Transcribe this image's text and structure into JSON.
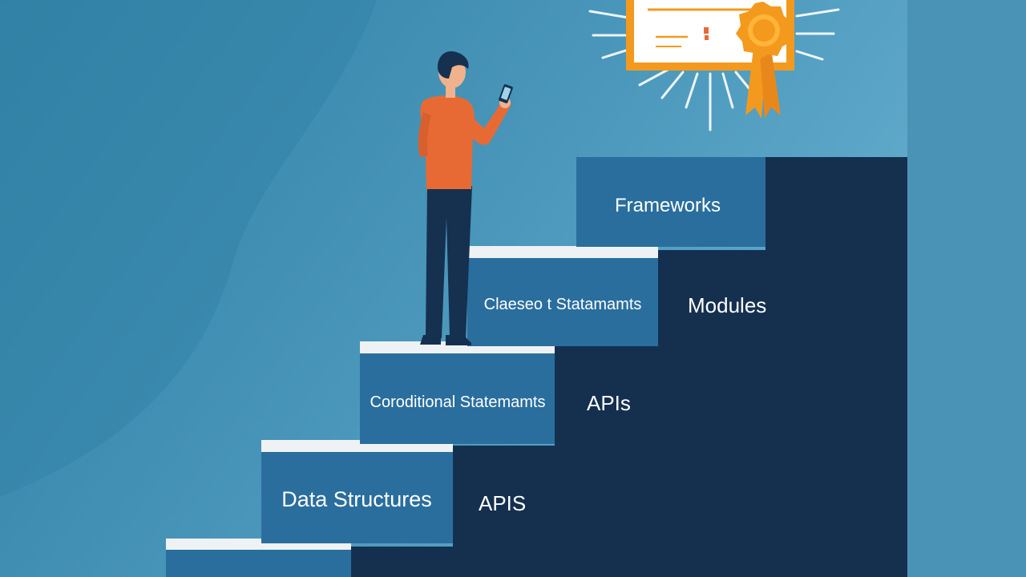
{
  "colors": {
    "background": "#3f8fb2",
    "background_light": "#5ba7c7",
    "step_face": "#2a6e9e",
    "step_top": "#eef2f4",
    "dark_block": "#14304f",
    "accent_orange": "#f39a1e",
    "shirt": "#e76a35",
    "pants": "#16304f"
  },
  "steps": [
    {
      "label": "",
      "icon": "step-blank"
    },
    {
      "label": "Data Structures"
    },
    {
      "label": "Coroditional Statemamts"
    },
    {
      "label": "Claeseo t Statamamts"
    },
    {
      "label": "Frameworks"
    }
  ],
  "side_labels": [
    {
      "label": "APIS"
    },
    {
      "label": "APIs"
    },
    {
      "label": "Modules"
    }
  ],
  "figure": {
    "icon": "person-holding-phone-icon"
  },
  "goal": {
    "icon": "certificate-with-ribbon-icon"
  }
}
